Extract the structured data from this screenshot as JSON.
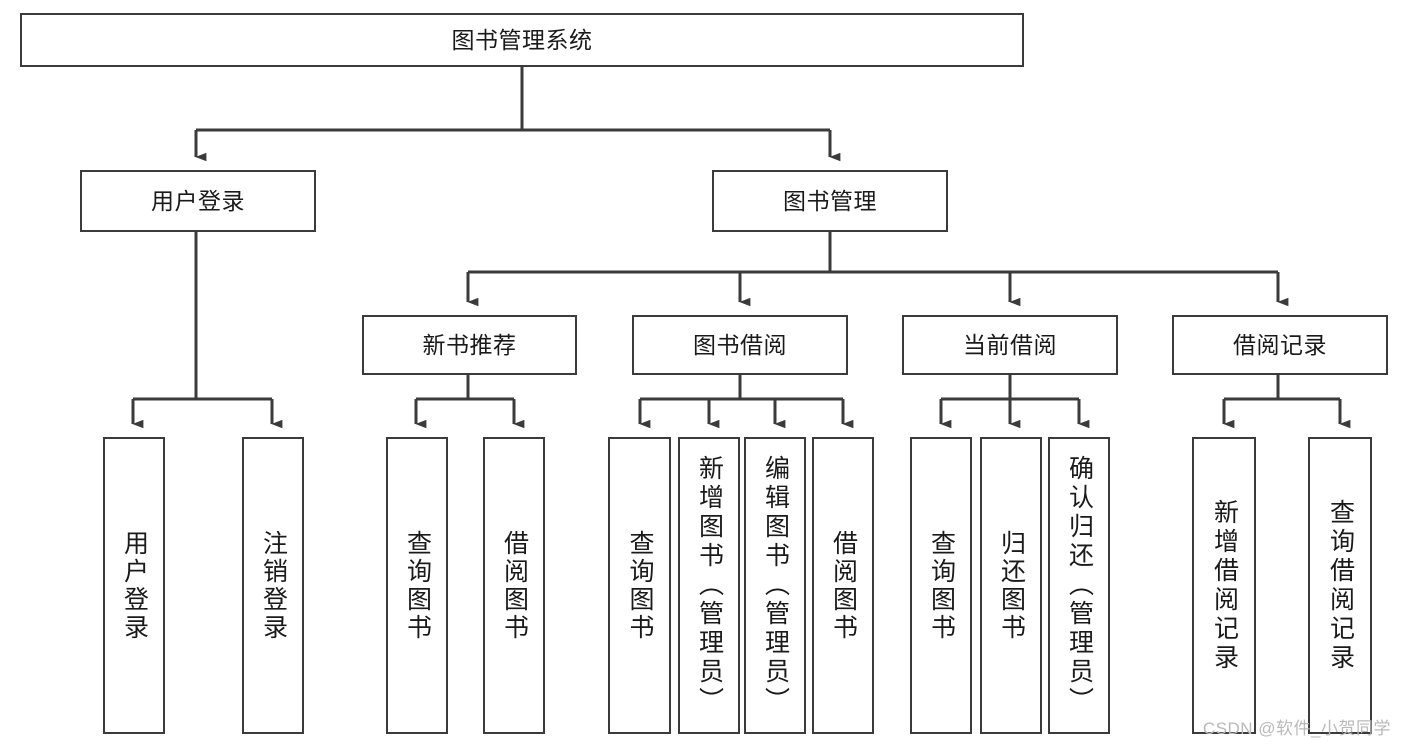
{
  "diagram": {
    "title": "图书管理系统",
    "watermark": "CSDN @软件_小贺同学",
    "line_color": "#3b3b3b",
    "box_fill": "#ffffff",
    "text_color": "#1a1a1a",
    "watermark_color": "#b9b9b9"
  },
  "nodes": {
    "root": {
      "label": "图书管理系统"
    },
    "level2": [
      {
        "label": "用户登录"
      },
      {
        "label": "图书管理"
      }
    ],
    "level3": [
      {
        "label": "新书推荐"
      },
      {
        "label": "图书借阅"
      },
      {
        "label": "当前借阅"
      },
      {
        "label": "借阅记录"
      }
    ],
    "leaves": {
      "user_login": [
        {
          "label": "用户登录"
        },
        {
          "label": "注销登录"
        }
      ],
      "new_book_recommend": [
        {
          "label": "查询图书"
        },
        {
          "label": "借阅图书"
        }
      ],
      "book_borrow": [
        {
          "label": "查询图书"
        },
        {
          "label": "新增图书（管理员）"
        },
        {
          "label": "编辑图书（管理员）"
        },
        {
          "label": "借阅图书"
        }
      ],
      "current_borrow": [
        {
          "label": "查询图书"
        },
        {
          "label": "归还图书"
        },
        {
          "label": "确认归还（管理员）"
        }
      ],
      "borrow_record": [
        {
          "label": "新增借阅记录"
        },
        {
          "label": "查询借阅记录"
        }
      ]
    }
  }
}
